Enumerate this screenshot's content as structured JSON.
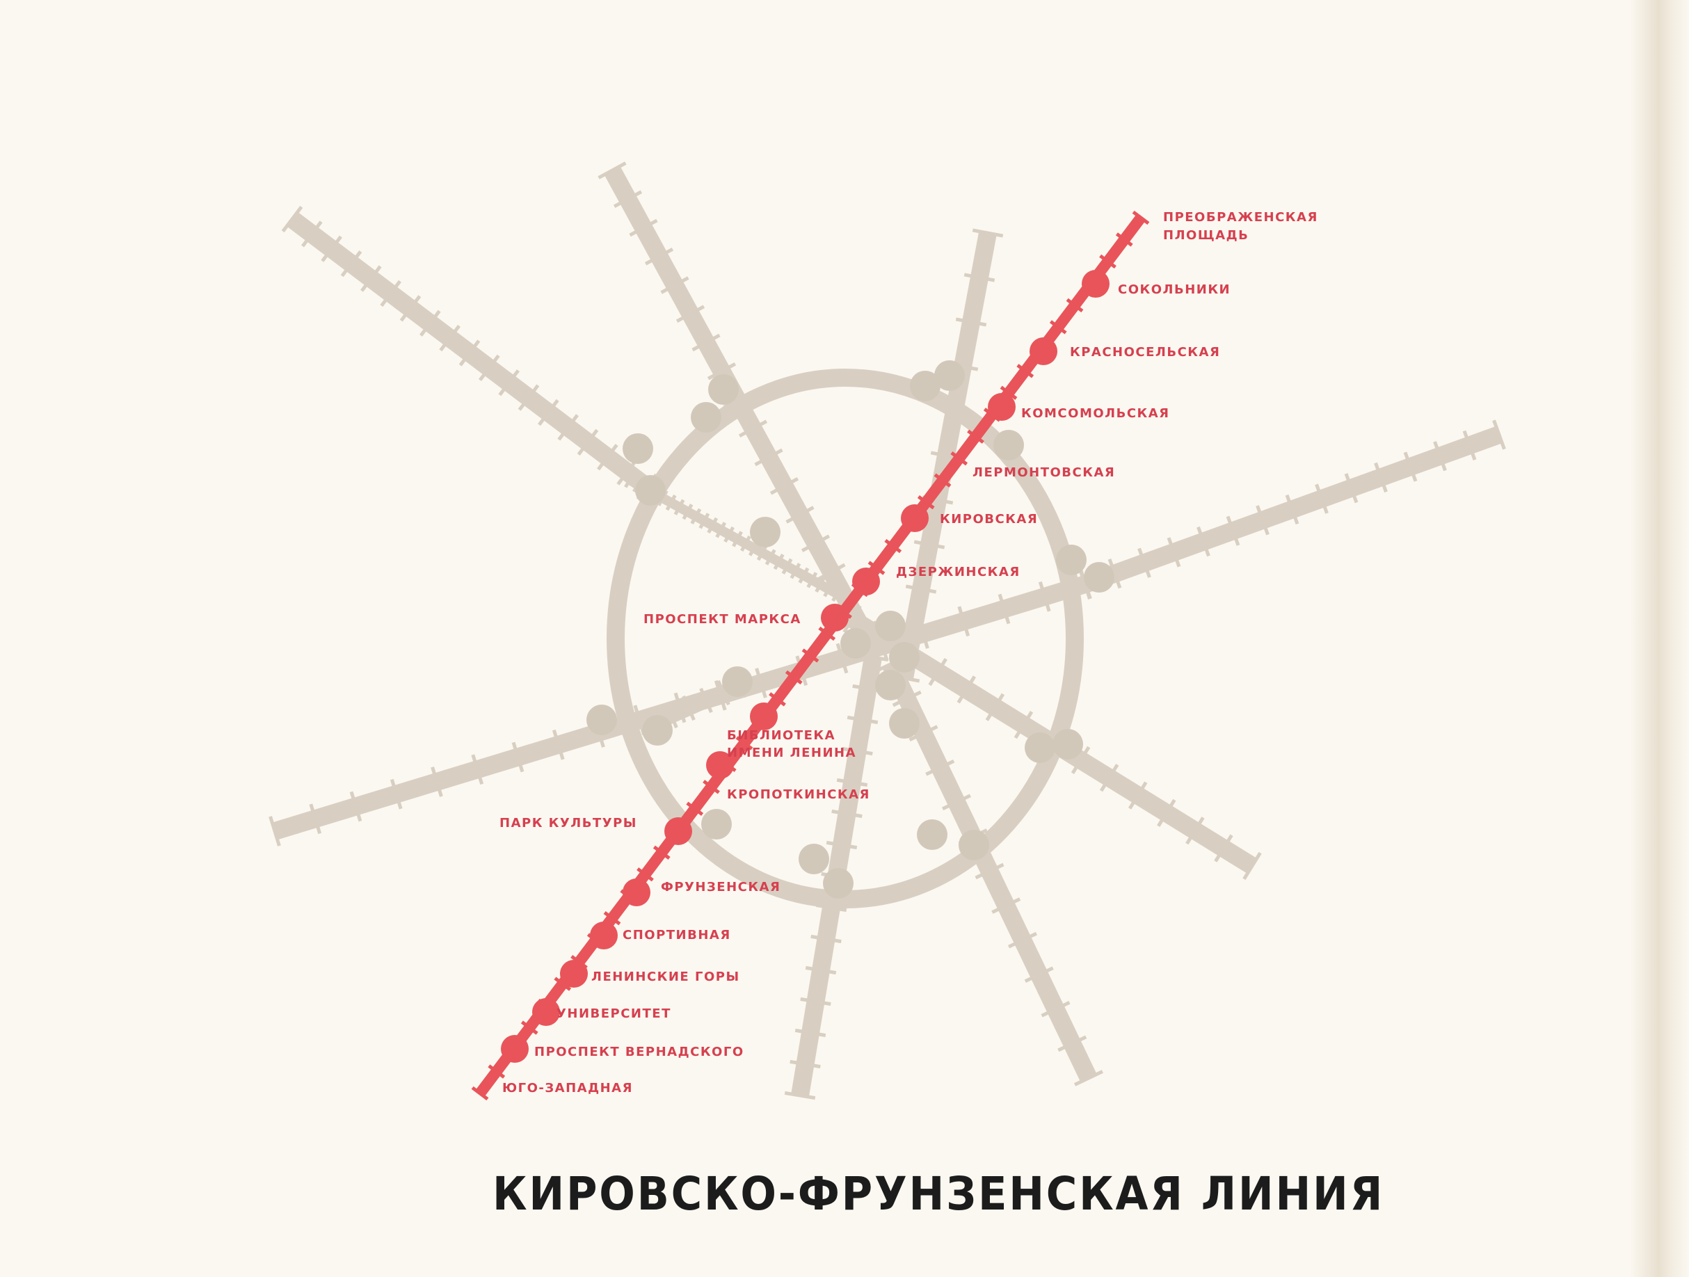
{
  "title": "КИРОВСКО-ФРУНЗЕНСКАЯ ЛИНИЯ",
  "colors": {
    "highlight_line": "#e8545a",
    "highlight_label": "#d6404f",
    "other_lines": "#d8cfc2",
    "station_circle": "#d2c8ba",
    "title": "#1c1c1c",
    "paper": "#fbf8f1"
  },
  "highlighted_line": {
    "stations": [
      "ПРЕОБРАЖЕНСКАЯ",
      "ПЛОЩАДЬ",
      "СОКОЛЬНИКИ",
      "КРАСНОСЕЛЬСКАЯ",
      "КОМСОМОЛЬСКАЯ",
      "ЛЕРМОНТОВСКАЯ",
      "КИРОВСКАЯ",
      "ДЗЕРЖИНСКАЯ",
      "ПРОСПЕКТ МАРКСА",
      "БИБЛИОТЕКА",
      "ИМЕНИ ЛЕНИНА",
      "КРОПОТКИНСКАЯ",
      "ПАРК КУЛЬТУРЫ",
      "ФРУНЗЕНСКАЯ",
      "СПОРТИВНАЯ",
      "ЛЕНИНСКИЕ ГОРЫ",
      "УНИВЕРСИТЕТ",
      "ПРОСПЕКТ ВЕРНАДСКОГО",
      "ЮГО-ЗАПАДНАЯ"
    ]
  }
}
